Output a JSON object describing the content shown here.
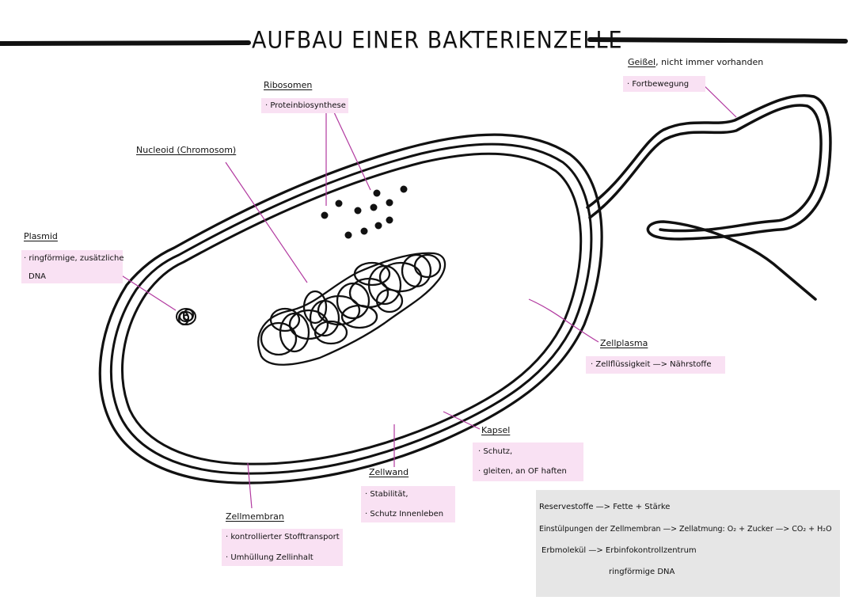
{
  "title": "AUFBAU EINER BAKTERIENZELLE",
  "colors": {
    "highlight": "#f9e1f3",
    "note_box": "#e6e6e6",
    "pointer": "#b23aa0",
    "ink": "#111111"
  },
  "labels": {
    "ribosomen": {
      "heading": "Ribosomen",
      "items": [
        "· Proteinbiosynthese"
      ]
    },
    "nucleoid": {
      "heading": "Nucleoid (Chromosom)",
      "items": []
    },
    "plasmid": {
      "heading": "Plasmid",
      "items": [
        "· ringförmige, zusätzliche",
        "DNA"
      ]
    },
    "geissel": {
      "heading": "Geißel",
      "heading_note": ", nicht immer vorhanden",
      "items": [
        "· Fortbewegung"
      ]
    },
    "zellplasma": {
      "heading": "Zellplasma",
      "items": [
        "· Zellflüssigkeit —> Nährstoffe"
      ]
    },
    "kapsel": {
      "heading": "Kapsel",
      "items": [
        "· Schutz,",
        "· gleiten, an OF haften"
      ]
    },
    "zellwand": {
      "heading": "Zellwand",
      "items": [
        "· Stabilität,",
        "· Schutz Innenleben"
      ]
    },
    "zellmembran": {
      "heading": "Zellmembran",
      "items": [
        "· kontrollierter Stofftransport",
        "· Umhüllung Zellinhalt"
      ]
    }
  },
  "notes": [
    "Reservestoffe —> Fette + Stärke",
    "Einstülpungen der Zellmembran —> Zellatmung: O₂ + Zucker —> CO₂ + H₂O",
    "Erbmolekül —> Erbinfokontrollzentrum",
    "ringförmige DNA"
  ]
}
